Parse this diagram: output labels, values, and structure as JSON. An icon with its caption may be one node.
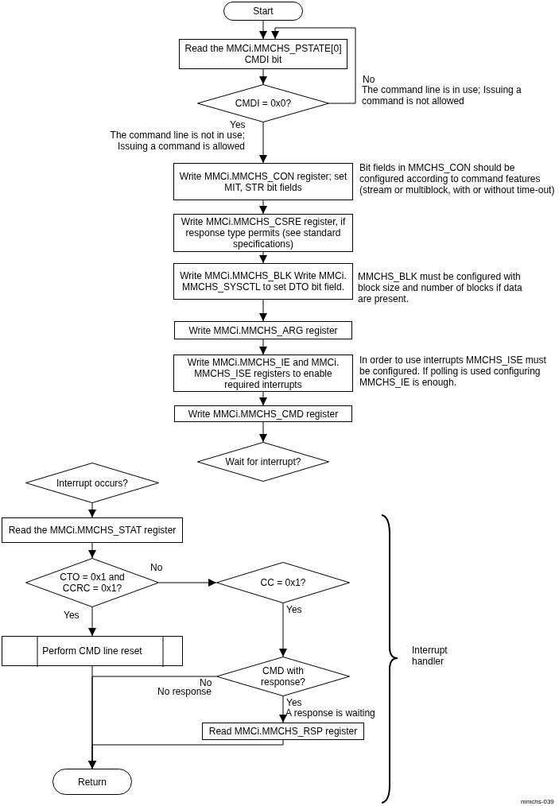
{
  "diagram": {
    "nodes": [
      {
        "text": [
          "Start"
        ]
      },
      {
        "text": [
          "Read the MMCi.MMCHS_PSTATE[0] CMDI bit"
        ]
      },
      {
        "text": [
          "CMDI = 0x0?"
        ]
      },
      {
        "text": [
          "Write MMCi.MMCHS_CON register; set MIT, STR bit fields"
        ],
        "beside": [
          "Bit fields in MMCHS_CON should be configured according to command features (stream or multiblock, with or without time-out)"
        ]
      },
      {
        "text": [
          "Write MMCi.MMCHS_CSRE register, if response type permits (see standard specifications)"
        ]
      },
      {
        "text": [
          "Write MMCi.MMCHS_BLK Write MMCi. MMCHS_SYSCTL to set DTO bit field."
        ],
        "beside": [
          "MMCHS_BLK must be configured with block size and number of blocks if data are present."
        ]
      },
      {
        "text": [
          "Write MMCi.MMCHS_ARG register"
        ]
      },
      {
        "text": [
          "Write MMCi.MMCHS_IE and MMCi. MMCHS_ISE registers to enable required interrupts"
        ],
        "beside": [
          "In order to use interrupts MMCHS_ISE must be configured. If polling is used configuring MMCHS_IE is enough."
        ]
      },
      {
        "text": [
          "Write MMCi.MMCHS_CMD register"
        ]
      },
      {
        "text": [
          "Wait for interrupt?"
        ]
      },
      {
        "text": [
          "Interrupt occurs?"
        ]
      },
      {
        "text": [
          "Read the MMCi.MMCHS_STAT register"
        ]
      },
      {
        "text": [
          "CTO = 0x1 and CCRC = 0x1?"
        ]
      },
      {
        "text": [
          "CC = 0x1?"
        ]
      },
      {
        "text": [
          "Perform CMD line reset"
        ]
      },
      {
        "text": [
          "CMD with response?"
        ]
      },
      {
        "text": [
          "Read MMCi.MMCHS_RSP register"
        ]
      },
      {
        "text": [
          "Return"
        ]
      }
    ],
    "edges": [
      {
        "from": 0,
        "to": 1,
        "arrow": "to"
      },
      {
        "from": 1,
        "to": 2,
        "arrow": "to"
      },
      {
        "from": 2,
        "to": 1,
        "arrow": "to",
        "label": "No"
      },
      {
        "from": 2,
        "to": 3,
        "arrow": "to",
        "label": "Yes"
      },
      {
        "from": 3,
        "to": 4,
        "arrow": "to"
      },
      {
        "from": 4,
        "to": 5,
        "arrow": "to"
      },
      {
        "from": 5,
        "to": 6,
        "arrow": "to"
      },
      {
        "from": 6,
        "to": 7,
        "arrow": "to"
      },
      {
        "from": 7,
        "to": 8,
        "arrow": "to"
      },
      {
        "from": 8,
        "to": 9,
        "arrow": "to"
      },
      {
        "from": 10,
        "to": 11,
        "arrow": "to"
      },
      {
        "from": 11,
        "to": 12,
        "arrow": "to"
      },
      {
        "from": 12,
        "to": 14,
        "arrow": "to",
        "label": "Yes"
      },
      {
        "from": 12,
        "to": 13,
        "arrow": "to",
        "label": "No"
      },
      {
        "from": 13,
        "to": 15,
        "arrow": "to",
        "label": "Yes"
      },
      {
        "from": 15,
        "to": 17,
        "arrow": "to",
        "label": "No"
      },
      {
        "from": 15,
        "to": 16,
        "arrow": "to",
        "label": "Yes"
      },
      {
        "from": 16,
        "to": 17,
        "arrow": "to"
      },
      {
        "from": 14,
        "to": 17,
        "arrow": "to"
      }
    ],
    "labels": [
      "The command line is in use; Issuing a command is not allowed",
      "The command line is not in use; Issuing a command is allowed",
      "No response",
      "A response is waiting",
      "Interrupt handler",
      "mmchs-039"
    ]
  }
}
